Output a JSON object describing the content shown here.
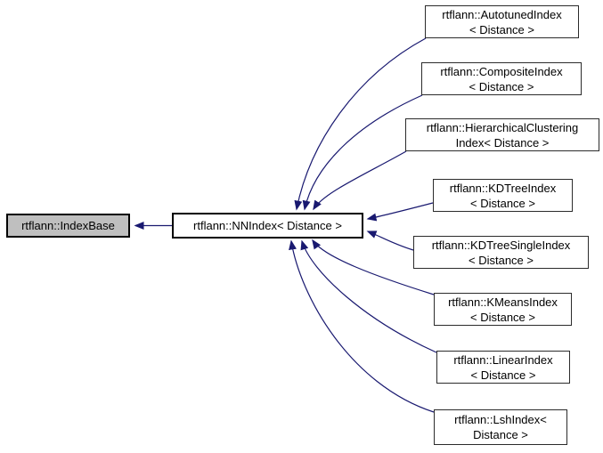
{
  "diagram": {
    "type": "class-inheritance-graph",
    "base_class": "rtflann::IndexBase",
    "nodes": {
      "index_base": {
        "line1": "rtflann::IndexBase"
      },
      "nn_index": {
        "line1": "rtflann::NNIndex< Distance >"
      },
      "autotuned": {
        "line1": "rtflann::AutotunedIndex",
        "line2": "< Distance >"
      },
      "composite": {
        "line1": "rtflann::CompositeIndex",
        "line2": "< Distance >"
      },
      "hierarchical": {
        "line1": "rtflann::HierarchicalClustering",
        "line2": "Index< Distance >"
      },
      "kdtree": {
        "line1": "rtflann::KDTreeIndex",
        "line2": "< Distance >"
      },
      "kdtree_single": {
        "line1": "rtflann::KDTreeSingleIndex",
        "line2": "< Distance >"
      },
      "kmeans": {
        "line1": "rtflann::KMeansIndex",
        "line2": "< Distance >"
      },
      "linear": {
        "line1": "rtflann::LinearIndex",
        "line2": "< Distance >"
      },
      "lsh": {
        "line1": "rtflann::LshIndex<",
        "line2": "Distance >"
      }
    },
    "edges": [
      {
        "from": "nn_index",
        "to": "index_base"
      },
      {
        "from": "autotuned",
        "to": "nn_index"
      },
      {
        "from": "composite",
        "to": "nn_index"
      },
      {
        "from": "hierarchical",
        "to": "nn_index"
      },
      {
        "from": "kdtree",
        "to": "nn_index"
      },
      {
        "from": "kdtree_single",
        "to": "nn_index"
      },
      {
        "from": "kmeans",
        "to": "nn_index"
      },
      {
        "from": "linear",
        "to": "nn_index"
      },
      {
        "from": "lsh",
        "to": "nn_index"
      }
    ]
  },
  "colors": {
    "arrow_color": "#191970",
    "node_fill": "#ffffff",
    "current_fill": "#bfbfbf",
    "node_border": "#2b2b2b",
    "text_color": "#000000"
  }
}
